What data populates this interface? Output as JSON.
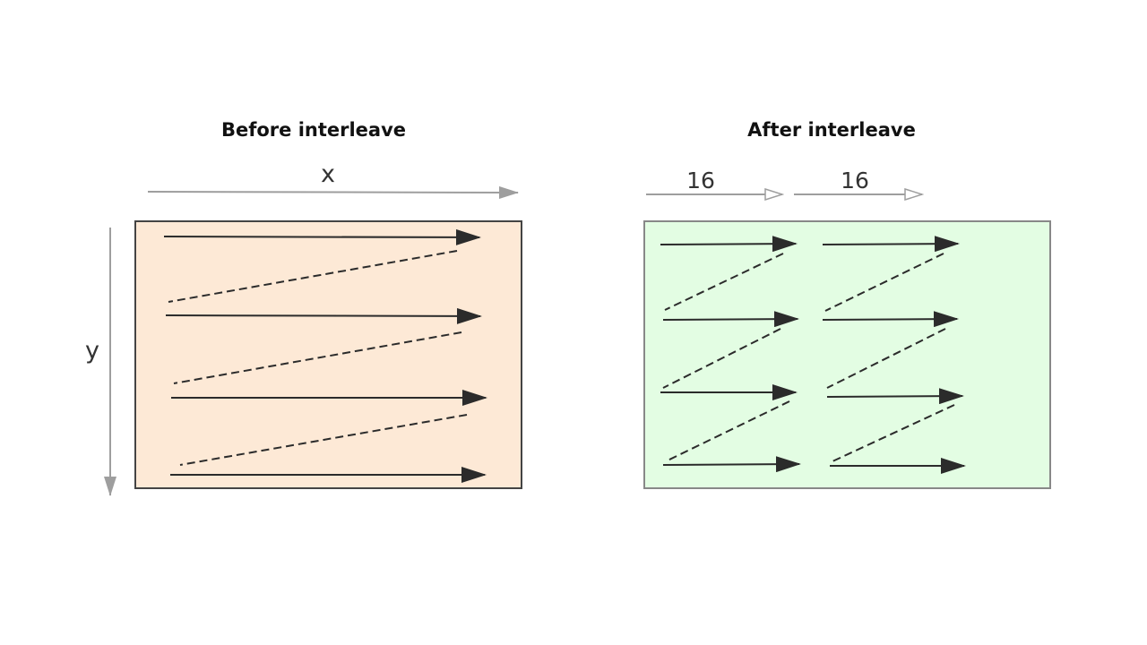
{
  "before": {
    "title": "Before interleave",
    "x_label": "x",
    "y_label": "y",
    "fill": "#fde9d6"
  },
  "after": {
    "title": "After interleave",
    "block_labels": [
      "16",
      "16"
    ],
    "fill": "#e3fde3"
  },
  "colors": {
    "axis": "#9e9e9e",
    "arrow": "#2b2b2b",
    "panel_border": "#444444",
    "after_border": "#888888"
  }
}
